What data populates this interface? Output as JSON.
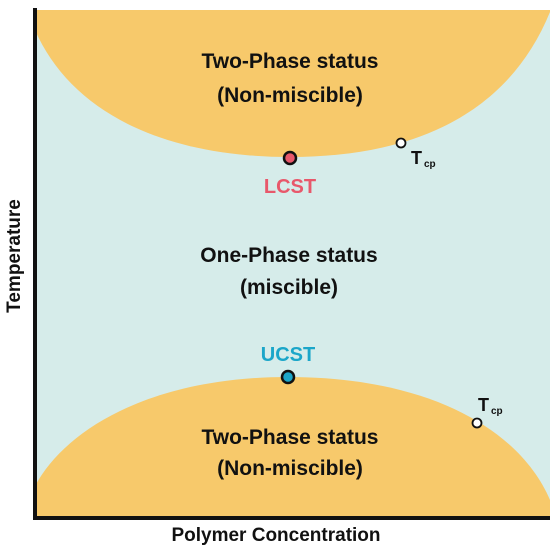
{
  "axes": {
    "x_label": "Polymer Concentration",
    "y_label": "Temperature"
  },
  "regions": {
    "upper": {
      "line1": "Two-Phase status",
      "line2": "(Non-miscible)"
    },
    "middle": {
      "line1": "One-Phase status",
      "line2": "(miscible)"
    },
    "lower": {
      "line1": "Two-Phase status",
      "line2": "(Non-miscible)"
    }
  },
  "points": {
    "lcst": "LCST",
    "ucst": "UCST",
    "tcp_main": "T",
    "tcp_sub": "cp"
  },
  "colors": {
    "background": "#d6ecea",
    "two_phase": "#f7c96b",
    "lcst": "#e8586b",
    "ucst": "#1ba6c9",
    "axis": "#111111"
  }
}
